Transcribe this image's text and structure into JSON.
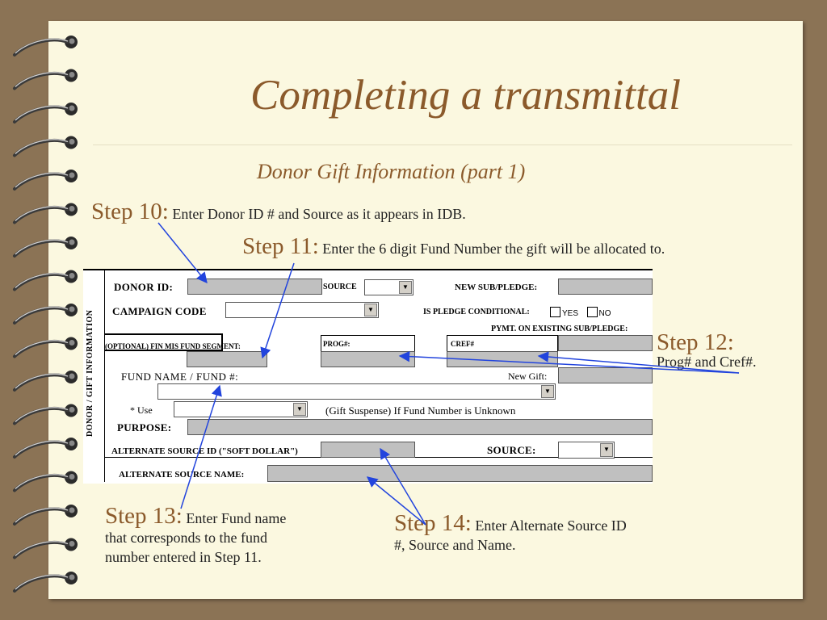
{
  "slide": {
    "title": "Completing a transmittal",
    "subtitle": "Donor Gift Information (part 1)"
  },
  "steps": {
    "s10": {
      "label": "Step 10:",
      "text": "Enter Donor ID #  and Source as it appears in IDB."
    },
    "s11": {
      "label": "Step 11:",
      "text": "Enter the 6 digit Fund Number the gift will be allocated to."
    },
    "s12": {
      "label": "Step 12:",
      "text": "Prog# and Cref#."
    },
    "s13": {
      "label": "Step 13:",
      "text": "Enter Fund name that corresponds to the fund number entered in Step 11."
    },
    "s14": {
      "label": "Step 14:",
      "text": "Enter Alternate Source ID #, Source and Name."
    }
  },
  "form": {
    "side_label": "DONOR / GIFT   INFORMATION",
    "donor_id": "DONOR ID:",
    "source": "SOURCE",
    "new_sub_pledge": "NEW SUB/PLEDGE:",
    "campaign_code": "CAMPAIGN CODE",
    "is_pledge_conditional": "IS PLEDGE CONDITIONAL:",
    "yes": "YES",
    "no": "NO",
    "pymt_existing": "PYMT. ON EXISTING SUB/PLEDGE:",
    "optional_fin": "(OPTIONAL) FIN MIS FUND SEGMENT:",
    "prog": "PROG#:",
    "cref": "CREF#",
    "fund_name": "FUND NAME / FUND #:",
    "new_gift": "New Gift:",
    "use": "* Use",
    "gift_suspense": "(Gift Suspense) If Fund Number is Unknown",
    "purpose": "PURPOSE:",
    "alt_source_id": "ALTERNATE SOURCE ID (\"SOFT DOLLAR\")",
    "source2": "SOURCE:",
    "alt_source_name": "ALTERNATE SOURCE NAME:"
  },
  "colors": {
    "background": "#8b7355",
    "slide": "#fbf8e0",
    "heading": "#8b5a2b",
    "field_gray": "#c0c0c0",
    "arrow": "#2244dd"
  }
}
